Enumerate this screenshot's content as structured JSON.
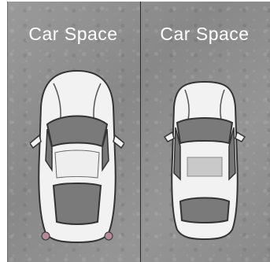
{
  "spaces": [
    {
      "label": "Car Space",
      "car": "sports-car"
    },
    {
      "label": "Car Space",
      "car": "sedan-car"
    }
  ],
  "colors": {
    "concrete": "#8f8f8f",
    "car_body": "#f2f2f2",
    "glass": "#7a7a7a",
    "outline": "#333333"
  }
}
